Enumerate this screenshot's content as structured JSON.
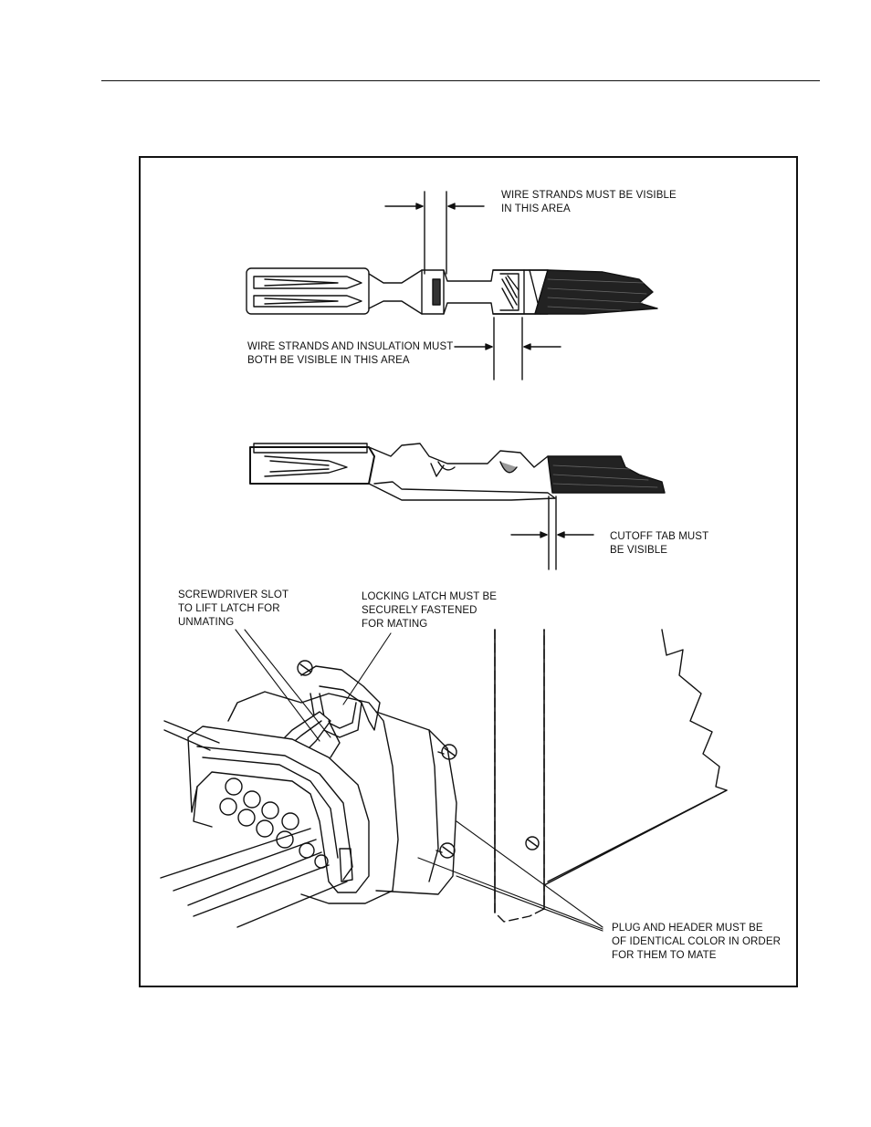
{
  "labels": {
    "wire_strands_visible": "WIRE STRANDS MUST BE VISIBLE\nIN THIS AREA",
    "strands_and_insulation": "WIRE STRANDS AND INSULATION MUST\nBOTH BE VISIBLE IN THIS AREA",
    "cutoff_tab": "CUTOFF TAB MUST\nBE VISIBLE",
    "screwdriver_slot": "SCREWDRIVER SLOT\nTO LIFT LATCH FOR\nUNMATING",
    "locking_latch": "LOCKING LATCH MUST BE\nSECURELY FASTENED\nFOR MATING",
    "plug_header_color": "PLUG AND HEADER MUST BE\nOF IDENTICAL COLOR IN ORDER\nFOR THEM TO MATE"
  }
}
